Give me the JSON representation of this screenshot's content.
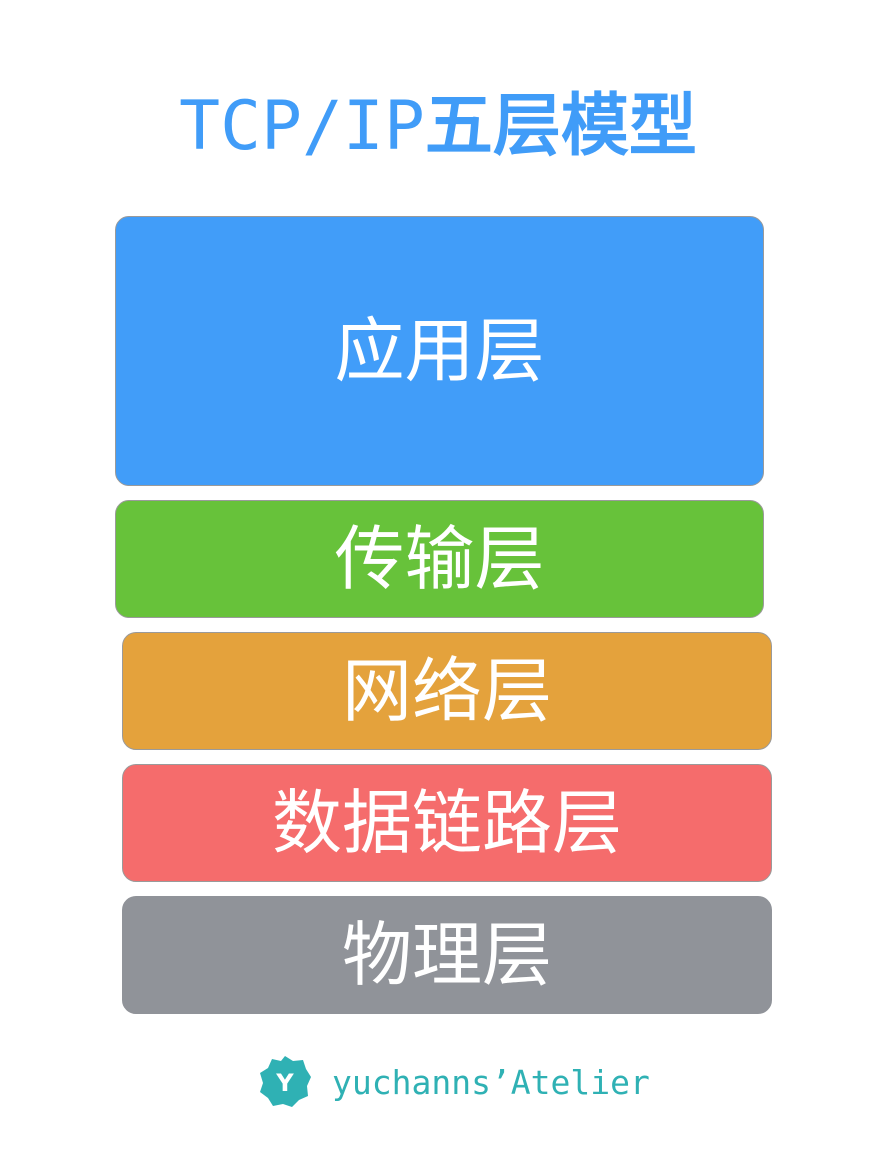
{
  "title": {
    "latin": "TCP/IP",
    "cjk": "五层模型",
    "color": "#409cf8"
  },
  "layers": [
    {
      "label": "应用层",
      "color": "#419df9"
    },
    {
      "label": "传输层",
      "color": "#67c23a"
    },
    {
      "label": "网络层",
      "color": "#e4a23c"
    },
    {
      "label": "数据链路层",
      "color": "#f56c6c"
    },
    {
      "label": "物理层",
      "color": "#909399"
    }
  ],
  "footer": {
    "logo_icon": "y-badge-icon",
    "logo_letter": "Y",
    "text": "yuchanns’Atelier",
    "color": "#2fb1b4"
  }
}
